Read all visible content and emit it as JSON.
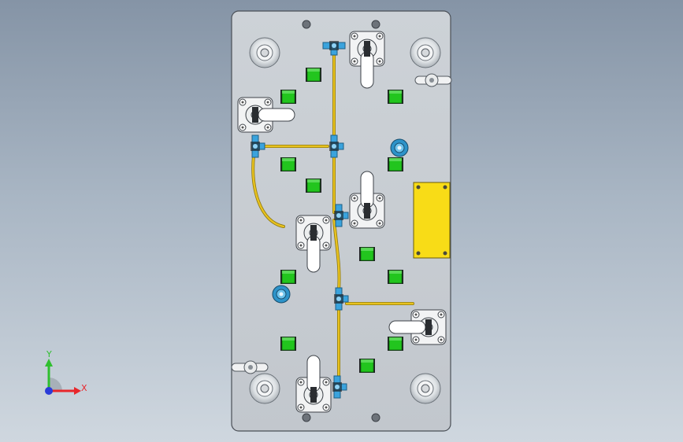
{
  "viewport": {
    "background_top": "#8594a6",
    "background_bottom": "#cfd7df"
  },
  "colors": {
    "plate": "#c8cdd3",
    "plate_edge": "#4a4f56",
    "pad": "#22c51e",
    "hose": "#e8c21f",
    "fitting": "#3aa3dd",
    "clamp_body": "#f2f3f4",
    "label_plate": "#f8dc17",
    "sensor": "#2d93c9"
  },
  "model": {
    "components": [
      "fixture-base-plate",
      "locating-pin",
      "support-pad",
      "toggle-clamp",
      "air-hose",
      "tee-fitting",
      "cylinder-sensor",
      "nameplate"
    ]
  },
  "triad": {
    "x_label": "X",
    "y_label": "Y",
    "x_color": "#e8262b",
    "y_color": "#2fbf2f",
    "z_color": "#2a3bd8"
  }
}
